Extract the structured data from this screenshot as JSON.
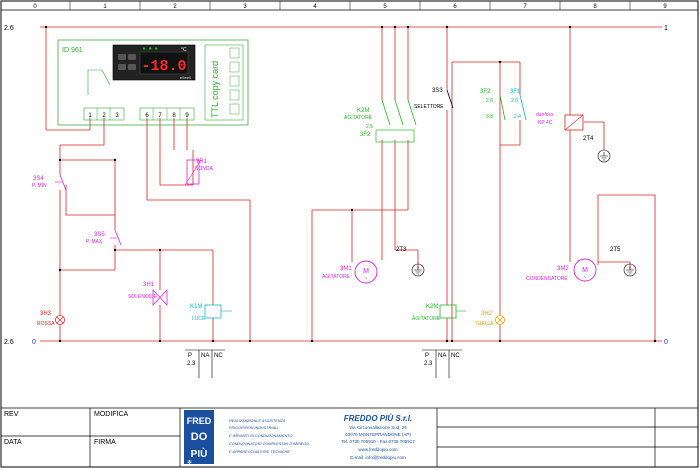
{
  "columns": [
    "0",
    "1",
    "2",
    "3",
    "4",
    "5",
    "6",
    "7",
    "8",
    "9"
  ],
  "rails": {
    "top_left": "2.6",
    "top_right": "1",
    "bottom_left": "2.6",
    "bottom_left_mark": "0",
    "bottom_right": "0"
  },
  "controller": {
    "model": "ID 961",
    "display": "-18.0",
    "unit": "°C",
    "brand": "eliwell",
    "copy_card": "TTL copy card",
    "left_terms": [
      "1",
      "2",
      "3"
    ],
    "right_terms": [
      "6",
      "7",
      "8",
      "9"
    ]
  },
  "components": {
    "s4_code": "3S4",
    "s4_name": "P. MIN",
    "s5_code": "3S5",
    "s5_name": "P. MAX",
    "h1_code": "3H1",
    "h1_name": "SOLENOIDE",
    "h3_code": "3H3",
    "h3_name": "ROSSA",
    "r1_code": "3R1",
    "r1_name": "SONDA",
    "k1_code": "K1M",
    "k1_name": "LUCE",
    "k2_code": "K2M",
    "k2_name": "AGITATORE",
    "k2_sub1": "2.5",
    "k2_sub2": "3F2",
    "m1_code": "3M1",
    "m1_name": "AGITATORE",
    "t3": "2T3",
    "s3_code": "3S3",
    "s3_name": "SELETTORE",
    "k2b_code": "K2M",
    "k2b_name": "AGITATORE",
    "h2_code": "3H2",
    "h2_name": "GIALLA",
    "f2_code": "3F2",
    "f2_sub1": "2.6",
    "f2_sub2": "3.8",
    "f1_code": "3F1",
    "f1_sub1": "2.6",
    "f1_sub2": "2.4",
    "pres_code": "danfoss",
    "pres_name": "KP 4C",
    "t4": "2T4",
    "m2_code": "3M2",
    "m2_name": "CONDENSATORE",
    "t5": "2T5"
  },
  "crossref": {
    "a_p": "P",
    "a_na": "NA",
    "a_nc": "NC",
    "a_ref": "2.3",
    "b_p": "P",
    "b_na": "NA",
    "b_nc": "NC",
    "b_ref": "2.3"
  },
  "title_block": {
    "rev_label": "REV",
    "mod_label": "MODIFICA",
    "date_label": "DATA",
    "sign_label": "FIRMA",
    "logo_1": "FRED",
    "logo_2": "DO",
    "logo_3": "PIÙ",
    "service_1": "REALIZZAZIONI E ASSISTENZA",
    "service_2": "FRIGORIFERI INDUSTRIALI",
    "service_3": "E IMPIANTI DI CONDIZIONAMENTO",
    "service_4": "CONDIZIONATORI COMPLESSIVI D'IMPIEGO",
    "service_5": "E APPARECCHIATURE TECNICHE",
    "company": "FREDDO PIÙ S.r.l.",
    "address_1": "Via Circonvallazione Sud, 26",
    "address_2": "63076 MONTEPRANDONE (AP)",
    "phone": "Tel. 0735 705910 - Fax 0735 705917",
    "web": "www.freddopiu.com",
    "email": "E-mail: info@freddopiu.com"
  }
}
